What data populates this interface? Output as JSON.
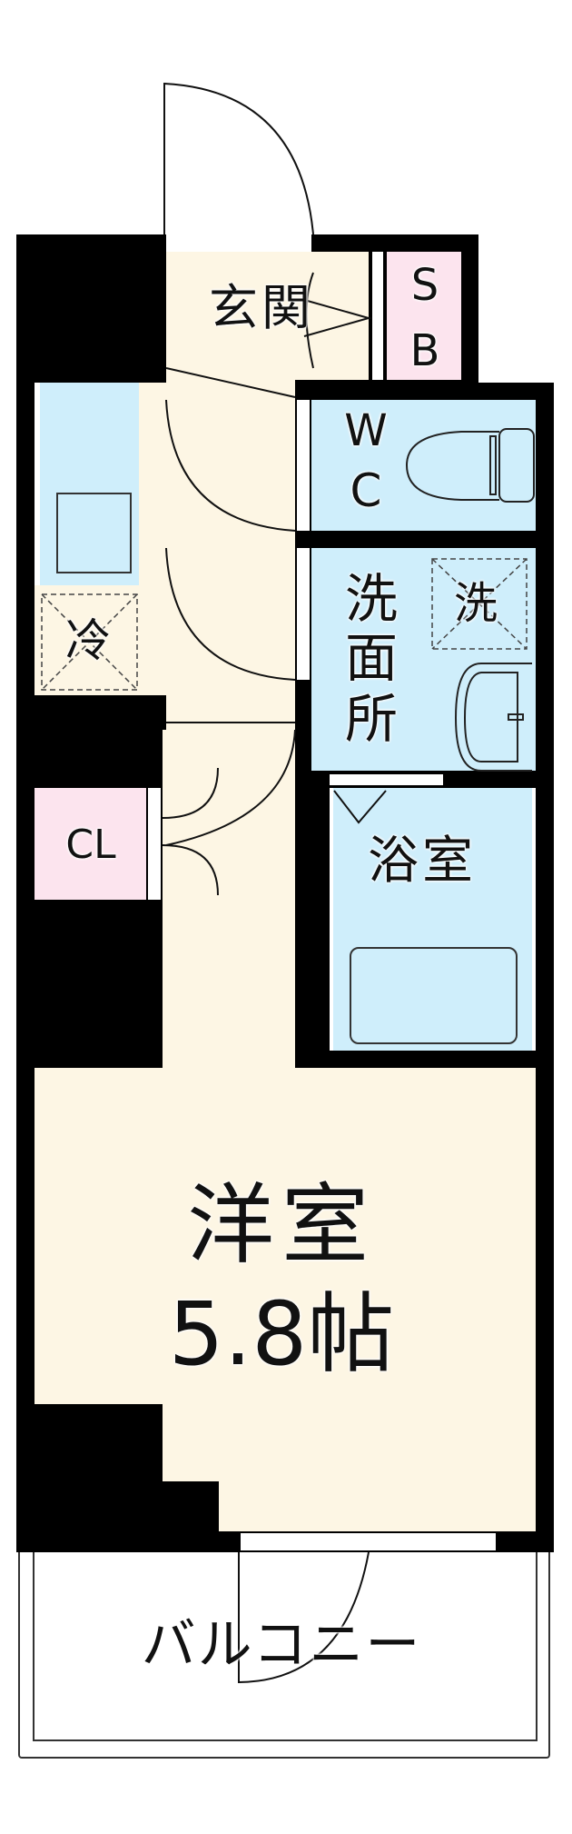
{
  "floor_plan": {
    "entrance": {
      "label": "玄関"
    },
    "shoe_box": {
      "label_lines": [
        "S",
        "B"
      ]
    },
    "toilet": {
      "label_lines": [
        "W",
        "C"
      ]
    },
    "washroom": {
      "label_chars": [
        "洗",
        "面",
        "所"
      ]
    },
    "washer_space": {
      "label": "洗"
    },
    "fridge_space": {
      "label": "冷"
    },
    "closet": {
      "label": "CL"
    },
    "bathroom": {
      "label": "浴室"
    },
    "main_room": {
      "label": "洋室",
      "size": "5.8帖"
    },
    "balcony": {
      "label": "バルコニー"
    }
  },
  "colors": {
    "wall": "#000000",
    "floor": "#fdf6e4",
    "wet_area": "#cfeefb",
    "storage": "#fce4ee"
  }
}
